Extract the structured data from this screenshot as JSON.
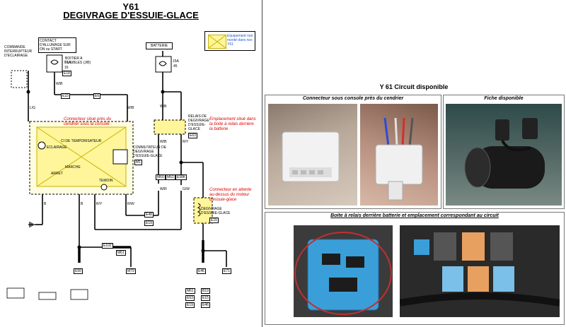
{
  "header": {
    "model": "Y61",
    "title": "DEGIVRAGE D'ESSUIE-GLACE"
  },
  "legend": {
    "text": "Equipement non monté dans nos Y61"
  },
  "notes": {
    "console": "Connecteur situé près du cendrier sous la console",
    "relay_box": "Emplacement situé dans la boite à relais derrière la batterie",
    "connector_wait": "Connecteur en attente au-dessus du moteur d'essuie-glace"
  },
  "labels": {
    "switch_caption": "COMMANDE INTERRUPTEUR D'ECLAIRAGE",
    "ignition": "CONTACT D'ALLUMAGE SUR ON ou START",
    "fuse_box": "BOITIER A FUSIBLES (J/B)",
    "fuse_left": "7.5A",
    "fuse_left_num": "16",
    "fuse_left_conn": "E18",
    "battery": "BATTERIE",
    "fuse_right": "15A",
    "fuse_right_num": "45",
    "relay": "RELAIS DE DEGIVRAGE D'ESSUIE-GLACE",
    "relay_conn": "E63",
    "timer": "CI DE TEMPORISATEUR",
    "switch_unit": "COMMUTATEUR DE DEGIVRAGE D'ESSUIE-GLACE",
    "switch_unit_conn": "M1",
    "eclairage": "ECLAIRAGE",
    "arret": "ARRET",
    "marche": "MARCHE",
    "temoin": "TEMOIN",
    "heater": "DEGIVRAGE D'ESSUIE-GLACE",
    "heater_conn": "E15",
    "wire_lg": "L/G",
    "wire_wb": "W/B",
    "wire_b": "B",
    "wire_ry": "R/Y",
    "wire_rw": "R/W",
    "wire_wr": "W/R",
    "wire_gw": "G/W",
    "conn_m60": "M60",
    "conn_m62": "M62",
    "conn_e48": "E48",
    "conn_e19": "E19",
    "conn_e102": "E102",
    "conn_m61": "M61",
    "conn_m62b": "M62",
    "conn_e58k": "E58K",
    "conn_e23": "E23",
    "conn_e6": "E6",
    "conn_e50": "E50",
    "conn_m79": "M79",
    "conn_e46": "E46",
    "conn_e71": "E71",
    "bottom_codes": [
      "M61",
      "B19",
      "E63",
      "E15",
      "E19",
      "E46"
    ]
  },
  "right": {
    "title": "Y 61  Circuit disponible",
    "panel1": "Connecteur sous console près du cendrier",
    "panel2": "Fiche disponible",
    "panel3": "Boite à relais derrière batterie  et emplacement correspondant au circuit"
  },
  "colors": {
    "note_red": "#d00000",
    "legend_blue": "#1f55c9",
    "legend_yellow": "#fff59a",
    "relay_blue": "#3a9fd8",
    "relay_orange": "#e8a060"
  }
}
